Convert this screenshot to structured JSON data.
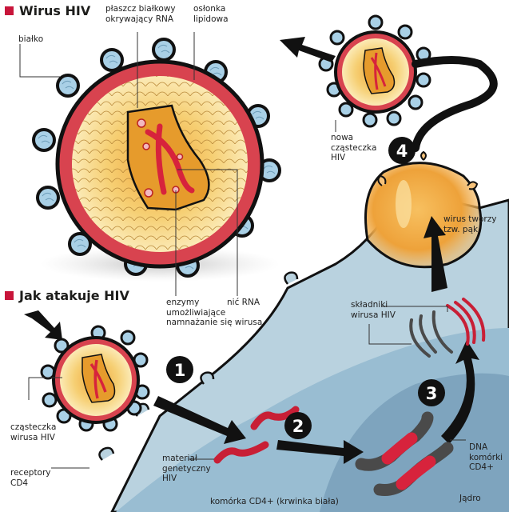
{
  "titles": {
    "virus": "Wirus HIV",
    "attack": "Jak atakuje HIV"
  },
  "colors": {
    "accent": "#c8153a",
    "membrane": "#d8434f",
    "capsid_yellow": "#f6d27a",
    "core_orange": "#e69b2c",
    "spike_blue": "#a9d0e6",
    "cell_light": "#b9d2df",
    "cell_mid": "#99bdd2",
    "nucleus": "#7ea4be",
    "rna_red": "#d7233c",
    "dna_grey": "#4a4a4a"
  },
  "labels": {
    "protein": "białko",
    "capsid": "płaszcz białkowy\nokrywający RNA",
    "envelope": "osłonka\nlipidowa",
    "enzymes": "enzymy\numożliwiające\nnamnażanie się wirusa",
    "rna": "nić RNA",
    "particle": "cząsteczka\nwirusa HIV",
    "receptors": "receptory\nCD4",
    "genetic": "materiał\ngenetyczny\nHIV",
    "cell": "komórka CD4+ (krwinka biała)",
    "components": "składniki\nwirusa HIV",
    "dna": "DNA\nkomórki\nCD4+",
    "nucleus": "Jądro",
    "bud": "wirus tworzy\ntzw. pąk",
    "new_particle": "nowa\ncząsteczka\nHIV"
  },
  "steps": [
    "1",
    "2",
    "3",
    "4"
  ]
}
